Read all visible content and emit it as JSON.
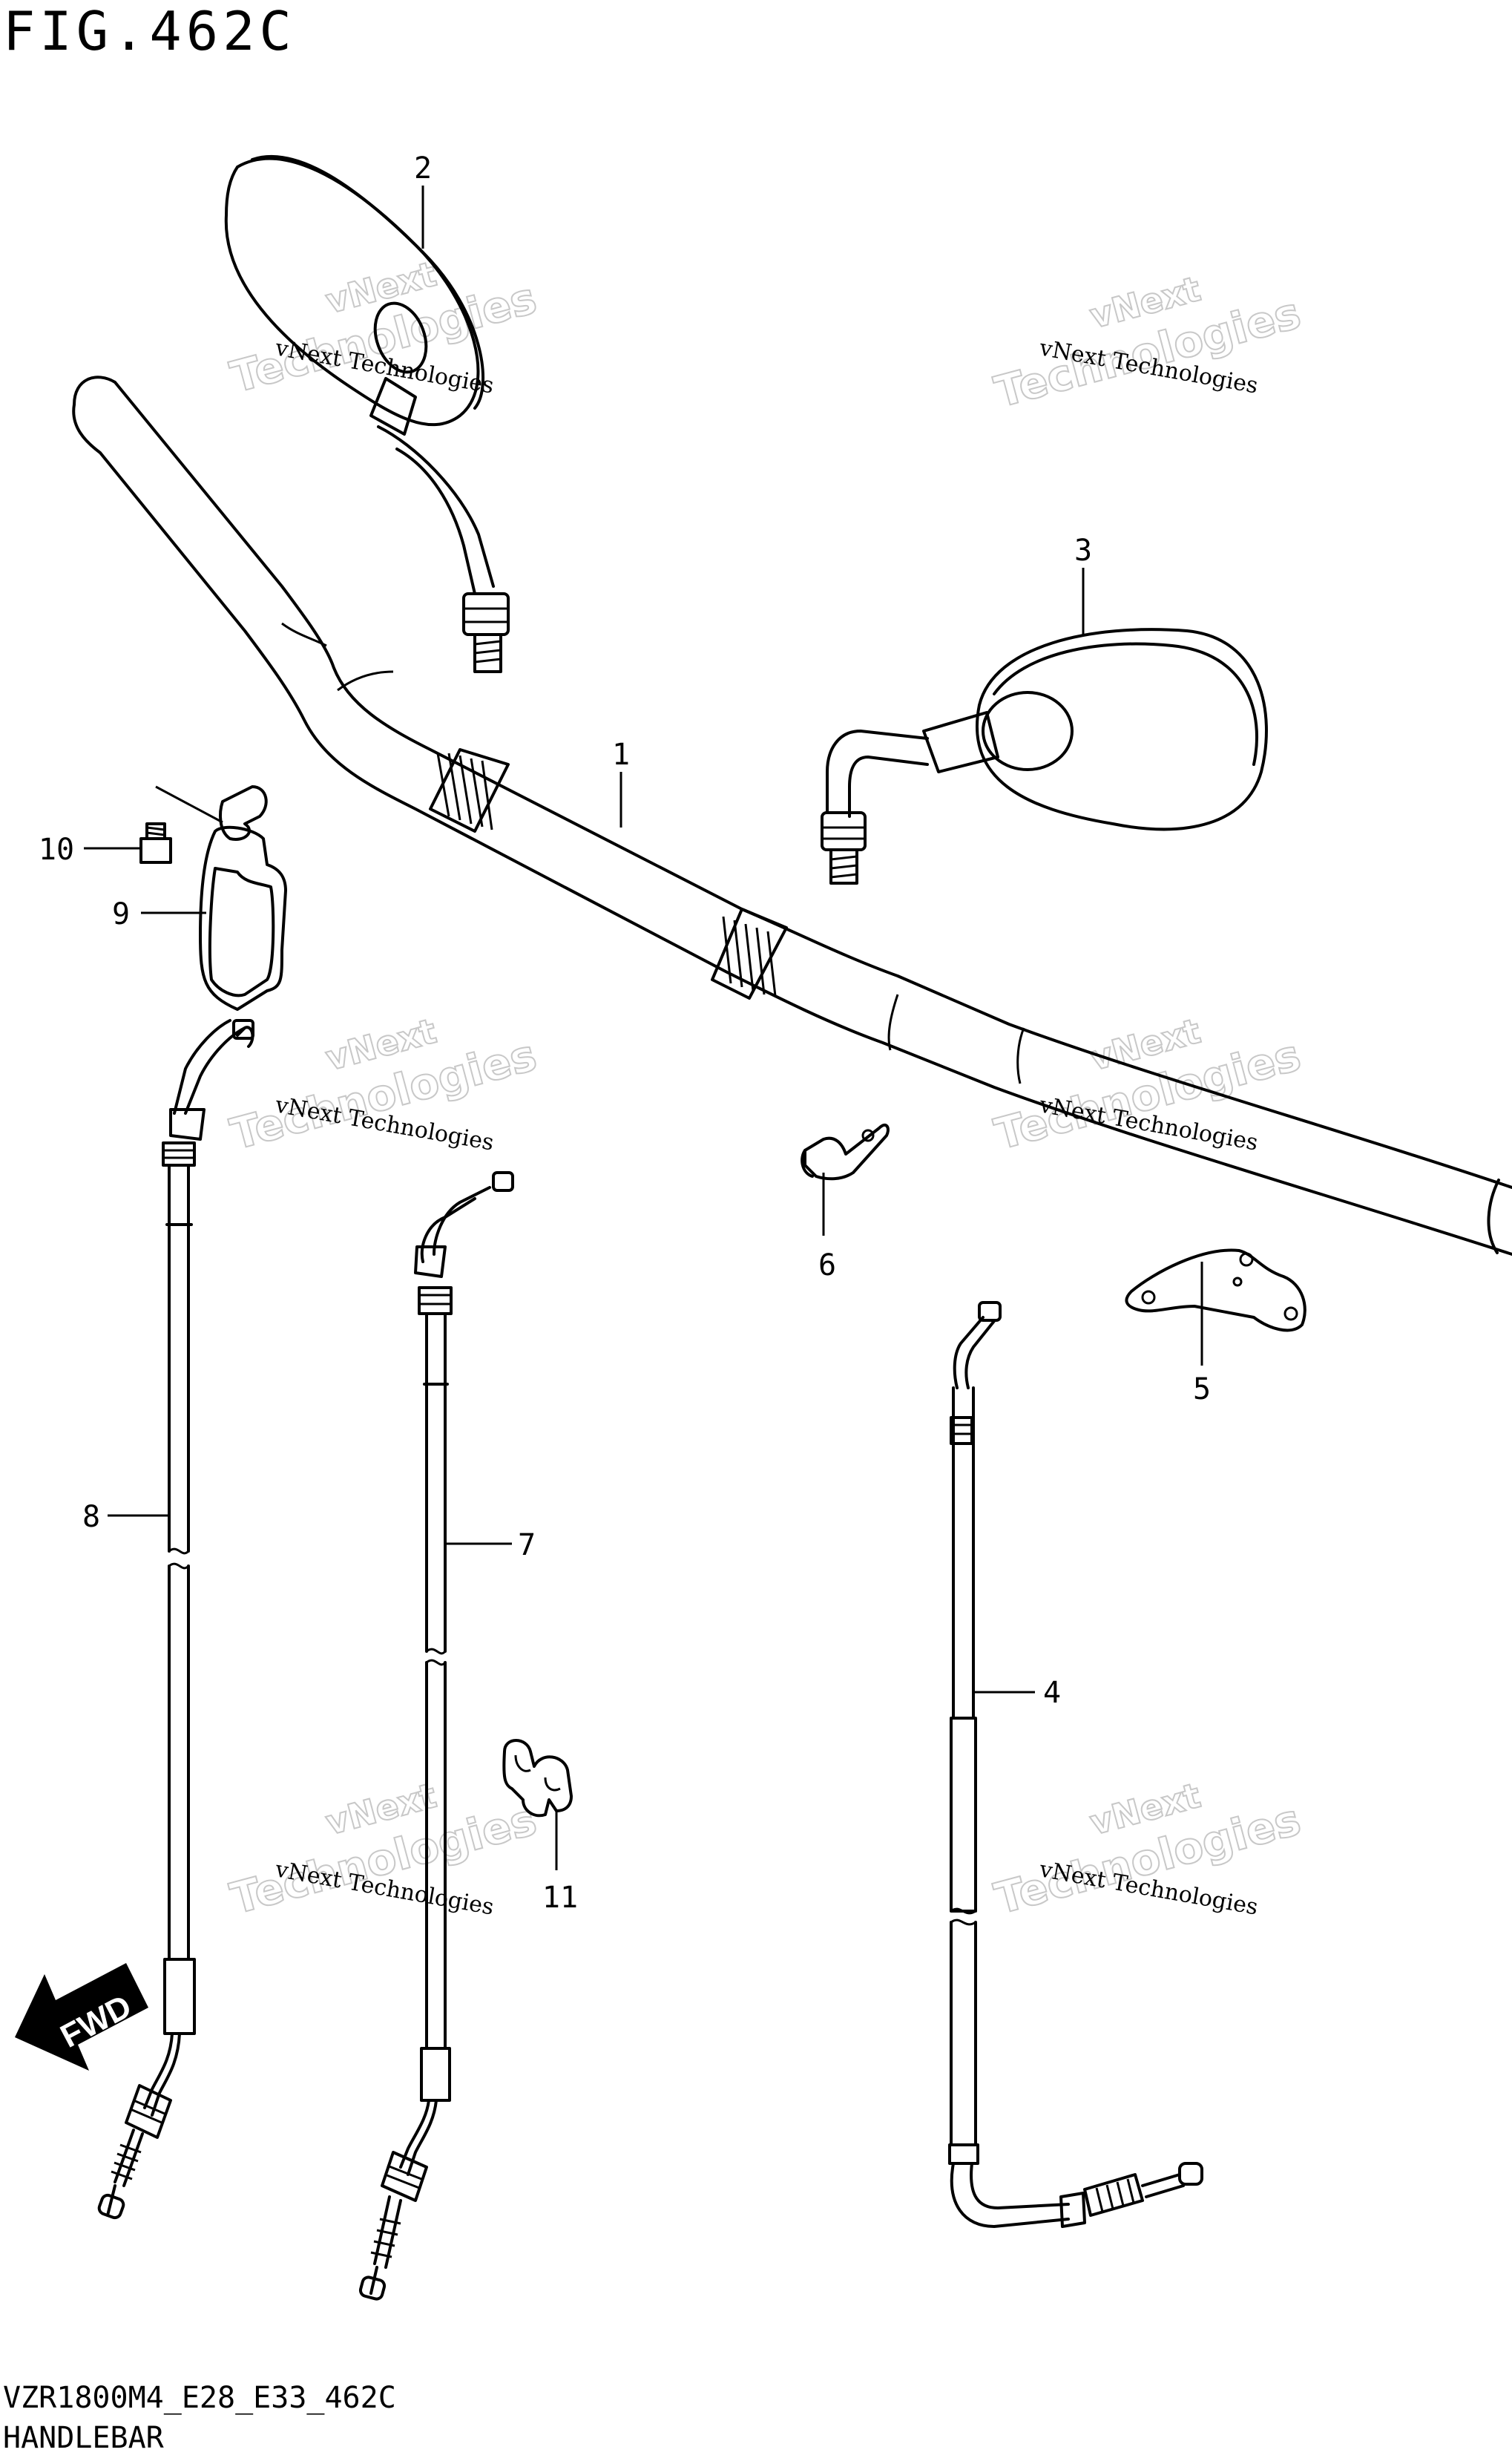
{
  "figure": {
    "title": "FIG.462C",
    "code": "VZR1800M4_E28_E33_462C",
    "name": "HANDLEBAR"
  },
  "callouts": [
    "1",
    "2",
    "3",
    "4",
    "5",
    "6",
    "7",
    "8",
    "9",
    "10",
    "11"
  ],
  "watermark": {
    "line1": "vNext Technologies",
    "line2": "vNext",
    "line3": "Technologies"
  },
  "fwd_label": "FWD"
}
